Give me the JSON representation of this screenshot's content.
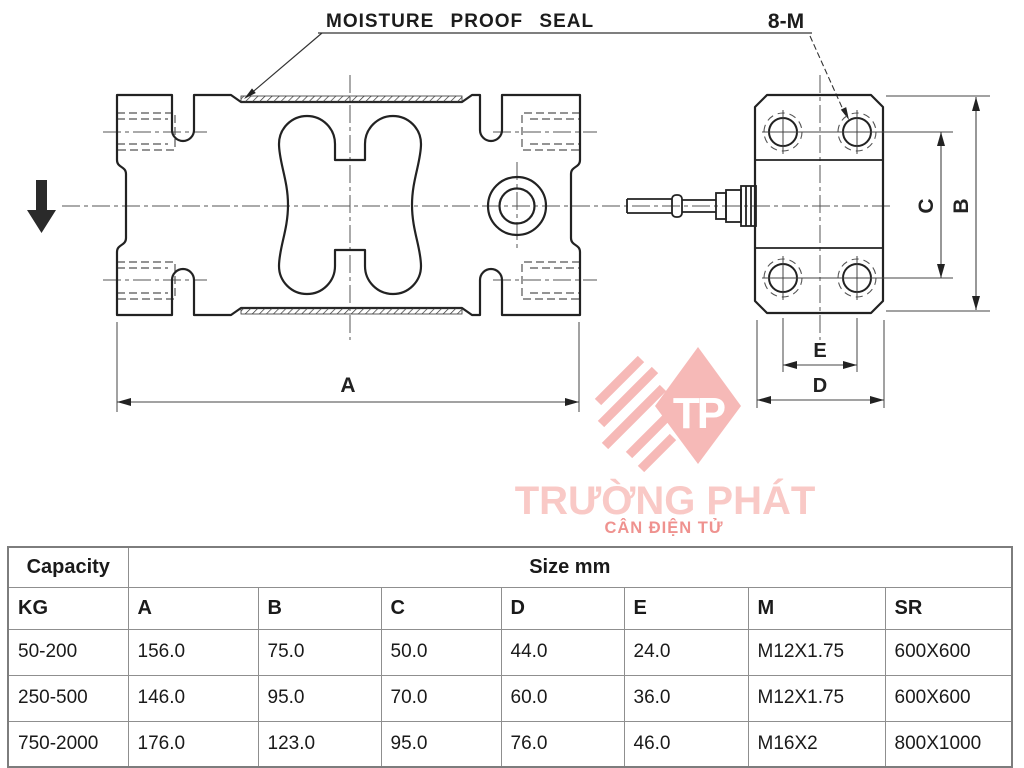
{
  "drawing": {
    "seal_label": "MOISTURE PROOF SEAL",
    "bolt_label": "8-M",
    "dim_labels": {
      "a": "A",
      "b": "B",
      "c": "C",
      "d": "D",
      "e": "E"
    }
  },
  "watermark": {
    "monogram": "TP",
    "brand": "TRƯỜNG PHÁT",
    "tagline": "CÂN ĐIỆN TỬ",
    "colors": {
      "stripe": "#f6b9b7",
      "brand_text": "#f9c9c6",
      "tagline_text": "#ef928f"
    }
  },
  "table": {
    "capacity_header": "Capacity",
    "size_header": "Size mm",
    "columns": [
      "KG",
      "A",
      "B",
      "C",
      "D",
      "E",
      "M",
      "SR"
    ],
    "rows": [
      [
        "50-200",
        "156.0",
        "75.0",
        "50.0",
        "44.0",
        "24.0",
        "M12X1.75",
        "600X600"
      ],
      [
        "250-500",
        "146.0",
        "95.0",
        "70.0",
        "60.0",
        "36.0",
        "M12X1.75",
        "600X600"
      ],
      [
        "750-2000",
        "176.0",
        "123.0",
        "95.0",
        "76.0",
        "46.0",
        "M16X2",
        "800X1000"
      ]
    ]
  }
}
